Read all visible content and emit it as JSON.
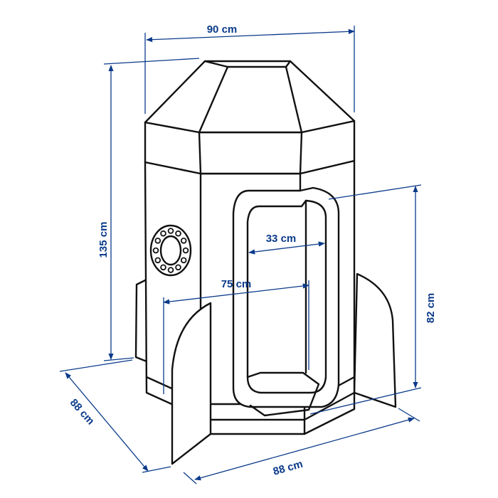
{
  "dimension_color": "#0a3a8a",
  "labels": {
    "top_width": "90 cm",
    "height": "135 cm",
    "door_width": "33 cm",
    "inner_width": "75 cm",
    "door_height": "82 cm",
    "depth": "88 cm",
    "base_width": "88 cm"
  }
}
